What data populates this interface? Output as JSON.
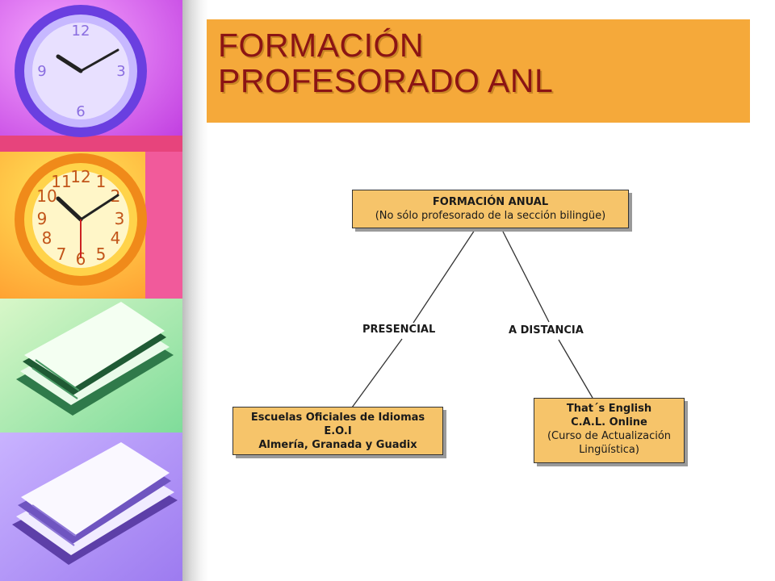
{
  "title": {
    "line1": "FORMACIÓN",
    "line2": "PROFESORADO ANL"
  },
  "diagram": {
    "root": {
      "heading": "FORMACIÓN ANUAL",
      "subtitle": "(No sólo profesorado de la sección bilingüe)"
    },
    "branches": [
      {
        "label": "PRESENCIAL",
        "lines": [
          "Escuelas Oficiales de Idiomas",
          "E.O.I",
          "Almería, Granada y Guadix"
        ]
      },
      {
        "label": "A DISTANCIA",
        "lines": [
          "That´s English",
          "C.A.L. Online",
          "(Curso de Actualización",
          "Lingüística)"
        ]
      }
    ]
  },
  "colors": {
    "title_bg": "#f5a93a",
    "title_text": "#8b1414",
    "box_bg": "#f6c46a"
  }
}
